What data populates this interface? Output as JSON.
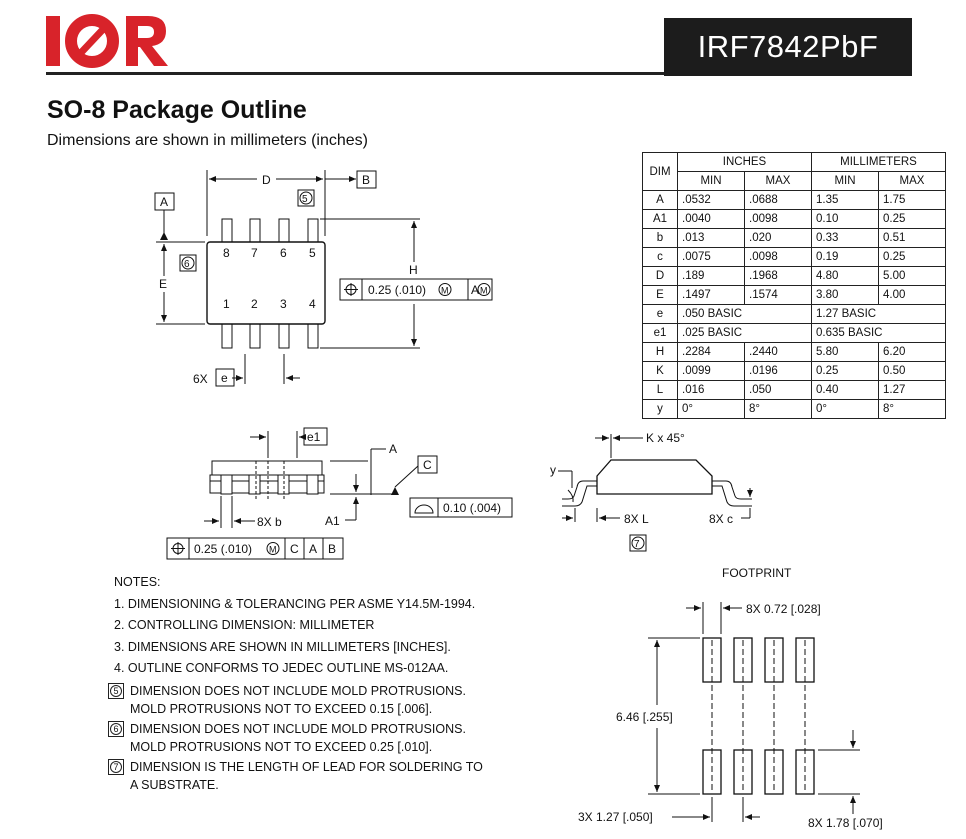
{
  "header": {
    "brand": "I⊘R",
    "part_number": "IRF7842PbF"
  },
  "title": "SO-8 Package Outline",
  "subtitle": "Dimensions are shown in millimeters (inches)",
  "table": {
    "dim_header": "DIM",
    "group_headers": [
      "INCHES",
      "MILLIMETERS"
    ],
    "sub_headers": [
      "MIN",
      "MAX",
      "MIN",
      "MAX"
    ],
    "rows": [
      {
        "dim": "A",
        "in_min": ".0532",
        "in_max": ".0688",
        "mm_min": "1.35",
        "mm_max": "1.75"
      },
      {
        "dim": "A1",
        "in_min": ".0040",
        "in_max": ".0098",
        "mm_min": "0.10",
        "mm_max": "0.25"
      },
      {
        "dim": "b",
        "in_min": ".013",
        "in_max": ".020",
        "mm_min": "0.33",
        "mm_max": "0.51"
      },
      {
        "dim": "c",
        "in_min": ".0075",
        "in_max": ".0098",
        "mm_min": "0.19",
        "mm_max": "0.25"
      },
      {
        "dim": "D",
        "in_min": ".189",
        "in_max": ".1968",
        "mm_min": "4.80",
        "mm_max": "5.00"
      },
      {
        "dim": "E",
        "in_min": ".1497",
        "in_max": ".1574",
        "mm_min": "3.80",
        "mm_max": "4.00"
      },
      {
        "dim": "e",
        "in_basic": ".050 BASIC",
        "mm_basic": "1.27 BASIC"
      },
      {
        "dim": "e1",
        "in_basic": ".025 BASIC",
        "mm_basic": "0.635 BASIC"
      },
      {
        "dim": "H",
        "in_min": ".2284",
        "in_max": ".2440",
        "mm_min": "5.80",
        "mm_max": "6.20"
      },
      {
        "dim": "K",
        "in_min": ".0099",
        "in_max": ".0196",
        "mm_min": "0.25",
        "mm_max": "0.50"
      },
      {
        "dim": "L",
        "in_min": ".016",
        "in_max": ".050",
        "mm_min": "0.40",
        "mm_max": "1.27"
      },
      {
        "dim": "y",
        "in_min": "0°",
        "in_max": "8°",
        "mm_min": "0°",
        "mm_max": "8°"
      }
    ]
  },
  "top_view": {
    "label_d": "D",
    "label_b": "B",
    "label_a": "A",
    "label_e": "E",
    "label_h": "H",
    "note5": "5",
    "note6": "6",
    "pins_top": [
      "8",
      "7",
      "6",
      "5"
    ],
    "pins_bottom": [
      "1",
      "2",
      "3",
      "4"
    ],
    "tolerance": "0.25 (.010)",
    "tol_m": "M",
    "tol_ref": "A",
    "pitch_label": "6X",
    "pitch_box": "e"
  },
  "side_view": {
    "e1_box": "e1",
    "label_a": "A",
    "label_c": "C",
    "label_a1": "A1",
    "lead_label": "8X b",
    "flatness": "0.10 (.004)",
    "tolerance": "0.25 (.010)",
    "tol_m": "M",
    "refs": [
      "C",
      "A",
      "B"
    ]
  },
  "end_view": {
    "k_label": "K x 45°",
    "y_label": "y",
    "l_label": "8X L",
    "c_label": "8X c",
    "note7": "7"
  },
  "notes": {
    "heading": "NOTES:",
    "items": [
      "1.  DIMENSIONING & TOLERANCING PER ASME Y14.5M-1994.",
      "2.  CONTROLLING DIMENSION: MILLIMETER",
      "3.  DIMENSIONS ARE SHOWN IN MILLIMETERS [INCHES].",
      "4.  OUTLINE CONFORMS TO JEDEC OUTLINE MS-012AA."
    ],
    "boxed": [
      {
        "num": "5",
        "lines": [
          "DIMENSION DOES NOT INCLUDE MOLD PROTRUSIONS.",
          "MOLD PROTRUSIONS NOT TO EXCEED 0.15 [.006]."
        ]
      },
      {
        "num": "6",
        "lines": [
          "DIMENSION DOES NOT INCLUDE MOLD PROTRUSIONS.",
          "MOLD PROTRUSIONS NOT TO EXCEED 0.25 [.010]."
        ]
      },
      {
        "num": "7",
        "lines": [
          "DIMENSION IS THE LENGTH OF LEAD FOR SOLDERING TO",
          "A SUBSTRATE."
        ]
      }
    ]
  },
  "footprint": {
    "title": "FOOTPRINT",
    "pad_width": "8X 0.72 [.028]",
    "height": "6.46 [.255]",
    "pitch": "3X 1.27 [.050]",
    "pad_length": "8X 1.78 [.070]"
  },
  "colors": {
    "brand_red": "#d8232a",
    "dark_box": "#1c1c1c"
  }
}
